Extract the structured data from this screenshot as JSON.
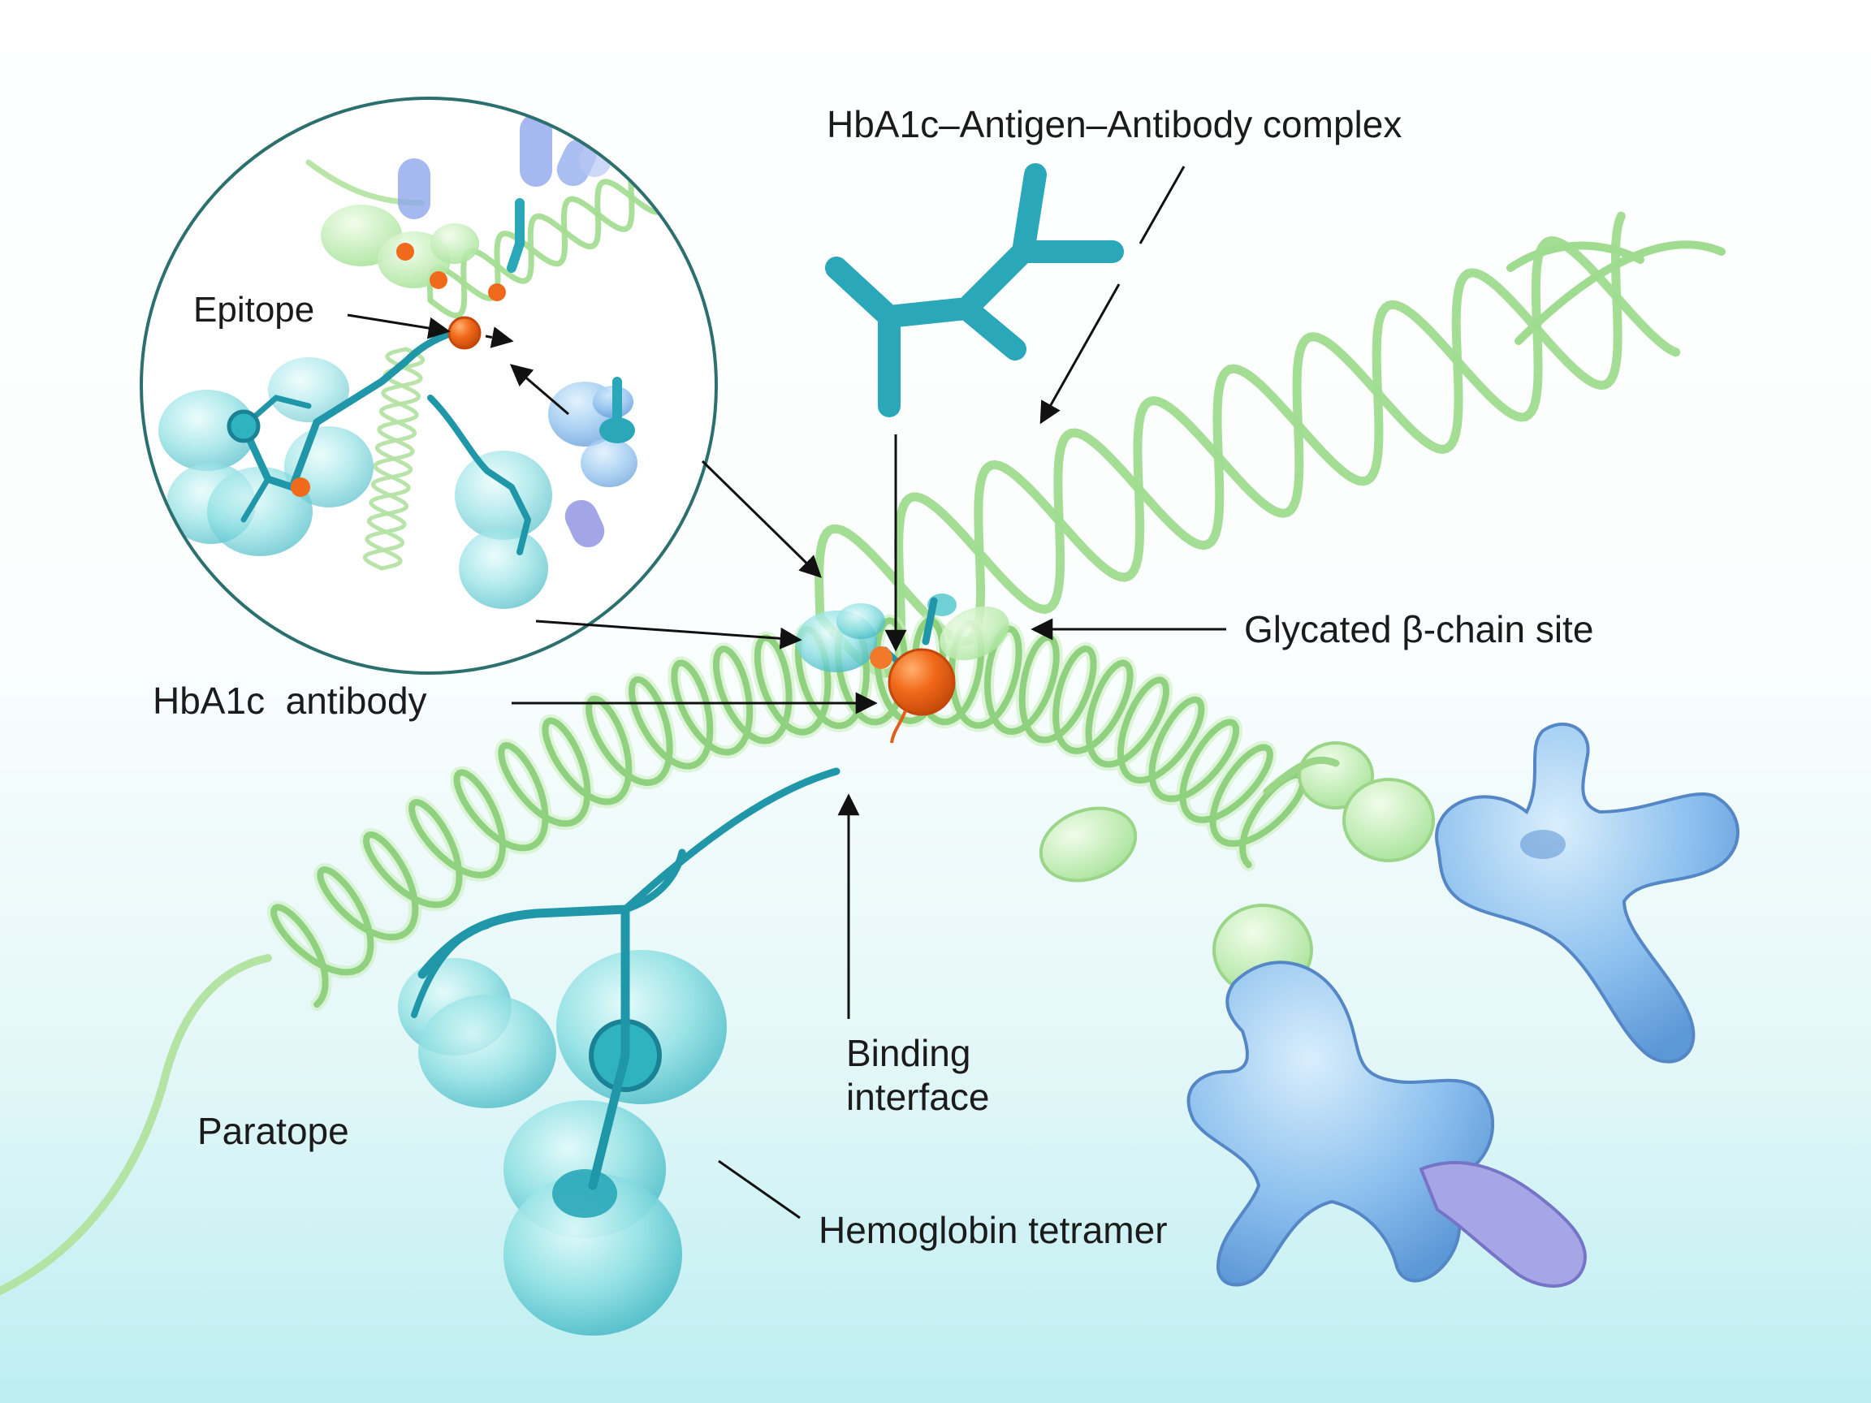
{
  "labels": {
    "complex": "HbA1c–Antigen–Antibody complex",
    "epitope": "Epitope",
    "glycated_site": "Glycated β-chain site",
    "hba1c_antibody": "HbA1c  antibody",
    "binding_interface": "Binding interface",
    "paratope": "Paratope",
    "hemoglobin_tetramer": "Hemoglobin tetramer"
  },
  "colors": {
    "helix_green": "#9fdc8f",
    "helix_light": "#d6f2c8",
    "antibody_teal": "#2aa7b8",
    "antibody_dark": "#1a8294",
    "hemoglobin_blue": "#8ec2ec",
    "hemoglobin_purple": "#a9a8e6",
    "glycation_orange": "#f06a1c",
    "background_top": "#ffffff",
    "background_bottom": "#bfeef1",
    "inset_border": "#2b6f6f"
  }
}
